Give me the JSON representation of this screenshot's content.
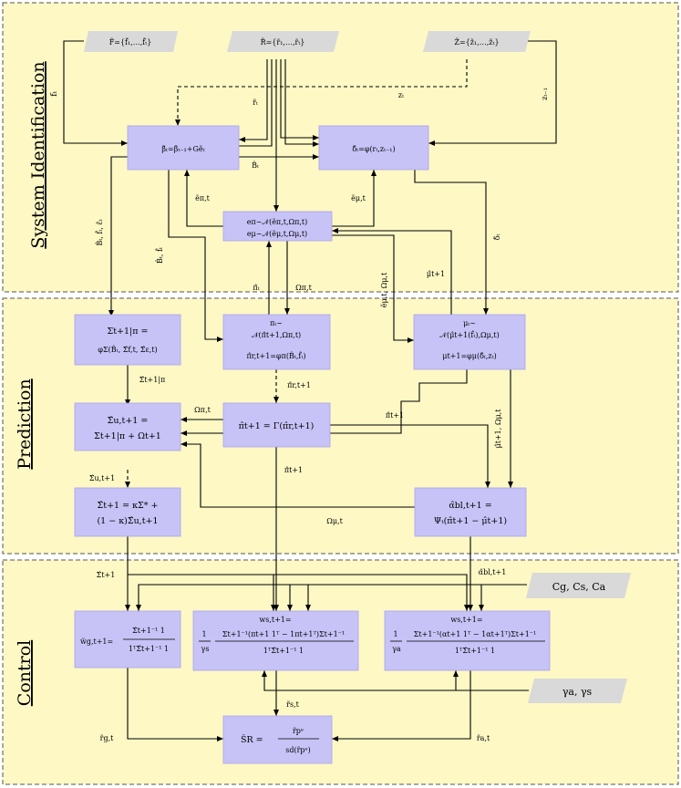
{
  "sections": {
    "system_identification": "System Identification",
    "prediction": "Prediction",
    "control": "Control"
  },
  "inputs": {
    "factors": "F̃={f̃₁,…,f̃ₜ}",
    "returns": "R̃={r̃₁,…,r̃ₜ}",
    "z": "Z̃={z̃₁,…,z̃ₜ}",
    "costs": "Cg, Cs, Ca",
    "gammas": "γa, γs"
  },
  "nodes": {
    "beta": "β̂ₜ=β̂ₜ₋₁+Gẽₜ",
    "delta": "δ̂ₜ=φ(rₜ,zₜ₋₁)",
    "err_l1": "eπ∼𝒩(ẽπ,t,Ωπ,t)",
    "err_l2": "eμ∼𝒩(ẽμ,t,Ωμ,t)",
    "sigma_l1": "Σt+1|π =",
    "sigma_l2": "φΣ(B̂ₜ, Σ̂f,t, Σ̂ε,t)",
    "pi_l1": "πₜ∼",
    "pi_l2": "𝒩(π̂t+1,Ωπ,t)",
    "pi_l3": "π̂r,t+1=φπ(B̂ₜ,f̂ₜ)",
    "mu_l1": "μₜ∼",
    "mu_l2": "𝒩(μ̂t+1(f̂ₜ),Ωμ,t)",
    "mu_l3": "μt+1=φμ(δ̂ₜ,zₜ)",
    "sigu_l1": "Σ̂u,t+1 =",
    "sigu_l2": "Σt+1|π + Ωt+1",
    "gamma": "π̂t+1 = Γ(π̂r,t+1)",
    "sigt_l1": "Σ̂t+1 = κΣ* +",
    "sigt_l2": "(1 − κ)Σ̂u,t+1",
    "alpha_l1": "α̂bl,t+1 =",
    "alpha_l2": "Ψₜ(π̂t+1 − μ̂t+1)",
    "wg_lhs": "w̃g,t+1=",
    "wg_num": "Σ̂t+1⁻¹ 1",
    "wg_den": "1ᵀΣ̂t+1⁻¹ 1",
    "ws_head": "ws,t+1=",
    "ws_pre": "1",
    "ws_gam": "γs",
    "ws_num": "Σt+1⁻¹(πt+1 1ᵀ − 1πt+1ᵀ)Σt+1⁻¹",
    "ws_den": "1ᵀΣ̂t+1⁻¹ 1",
    "wa_head": "ws,t+1=",
    "wa_pre": "1",
    "wa_gam": "γa",
    "wa_num": "Σt+1⁻¹(αt+1 1ᵀ − 1αt+1ᵀ)Σt+1⁻¹",
    "wa_den": "1ᵀΣ̂t+1⁻¹ 1",
    "sr_lhs": "ŜR =",
    "sr_num": "r̃pᵉ",
    "sr_den": "sd(r̃pᵉ)"
  },
  "edge_labels": {
    "f_t": "fₜ",
    "r_t": "r̃ₜ",
    "z_t": "zₜ",
    "z_tm1": "zₜ₋₁",
    "B_t": "B̂ₜ",
    "e_pi": "ẽπ,t",
    "e_mu": "ẽμ,t",
    "B_f_e": "B̂ₜ, f̂ₜ, ε̂ₜ",
    "B_f": "B̂ₜ, f̂ₜ",
    "delta_t": "δ̂ₜ",
    "pi_t": "π̂ₜ",
    "omega_pi": "Ωπ,t",
    "e_mu_omega": "ẽμ,t, Ωμ,t",
    "mu_t1": "μ̂t+1",
    "sigma_pi": "Σ̂t+1|π",
    "pi_r": "π̂r,t+1",
    "omega_pi2": "Ωπ,t",
    "pi_t1": "π̂t+1",
    "mu_omega": "μ̂t+1, Ωμ,t",
    "sigma_u": "Σ̂u,t+1",
    "pi_t1b": "π̂t+1",
    "omega_mu": "Ωμ,t",
    "sigma_t1": "Σ̂t+1",
    "alpha_bl": "α̂bl,t+1",
    "r_s": "r̃s,t",
    "r_g": "r̃g,t",
    "r_a": "r̃a,t"
  }
}
